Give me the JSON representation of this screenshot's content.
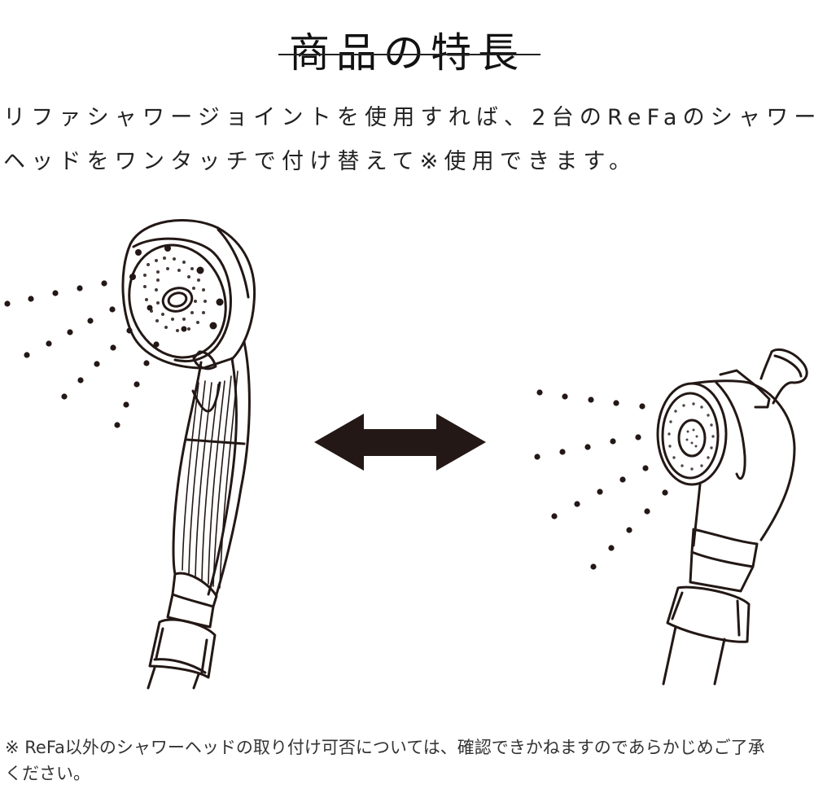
{
  "header": {
    "title": "商品の特長"
  },
  "lead": {
    "lines": [
      "リファシャワージョイントを使用すれば、2台のReFaのシャワー",
      "ヘッドをワンタッチで付け替えて※使用できます。"
    ]
  },
  "illustration": {
    "left_item": "handheld-shower-head",
    "center_item": "double-arrow",
    "right_item": "compact-shower-head",
    "line_color": "#231815"
  },
  "footnote": {
    "lines": [
      "※ ReFa以外のシャワーヘッドの取り付け可否については、確認できかねますのであらかじめご了承",
      "ください。"
    ]
  }
}
